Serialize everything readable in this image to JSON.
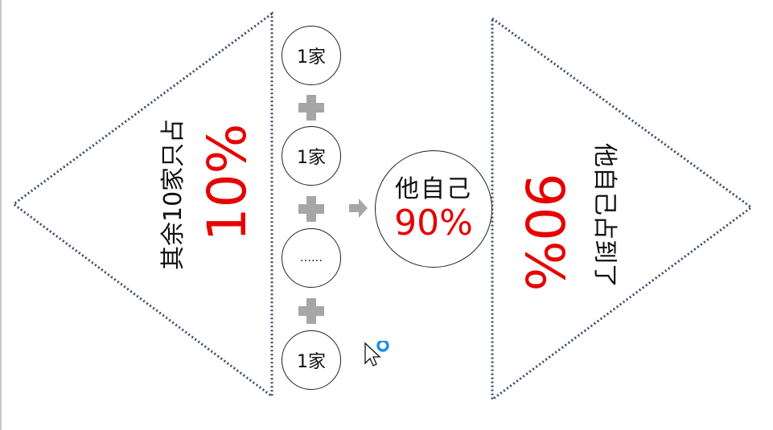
{
  "diagram": {
    "left_triangle": {
      "caption": "其余10家只占",
      "percent": "10%"
    },
    "company_circles": [
      {
        "label": "1家"
      },
      {
        "label": "1家"
      },
      {
        "label": "……"
      },
      {
        "label": "1家"
      }
    ],
    "operator_symbol": "plus",
    "arrow_symbol": "arrow-right",
    "center_circle": {
      "label": "他自己",
      "percent": "90%"
    },
    "right_triangle": {
      "caption": "他自己占到了",
      "percent": "90%"
    },
    "colors": {
      "border": "#3a4a6b",
      "accent_red": "#e60000",
      "operator_gray": "#a6a6a6",
      "cursor_ring": "#1e90e6"
    }
  }
}
